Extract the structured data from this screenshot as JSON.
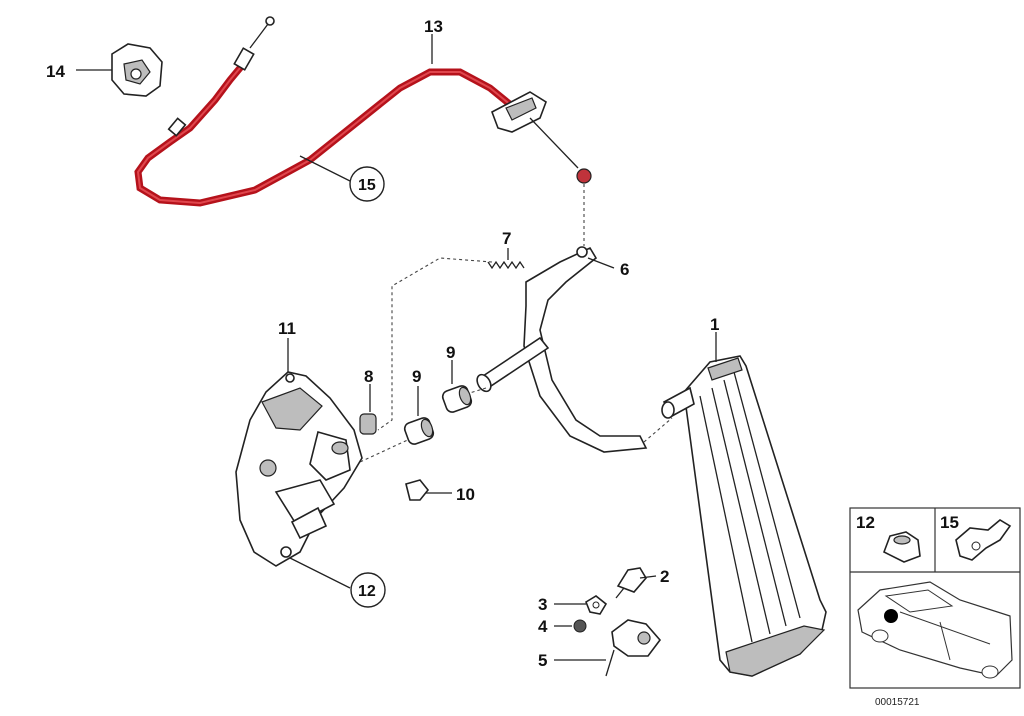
{
  "labels": {
    "p1": "1",
    "p2": "2",
    "p3": "3",
    "p4": "4",
    "p5": "5",
    "p6": "6",
    "p7": "7",
    "p8": "8",
    "p9a": "9",
    "p9b": "9",
    "p10": "10",
    "p11": "11",
    "p12": "12",
    "p13": "13",
    "p14": "14",
    "p15": "15"
  },
  "inset": {
    "label_left": "12",
    "label_right": "15"
  },
  "reference_number": "00015721",
  "colors": {
    "cable": "#b5121b",
    "outline": "#222222",
    "marker": "#000000"
  }
}
